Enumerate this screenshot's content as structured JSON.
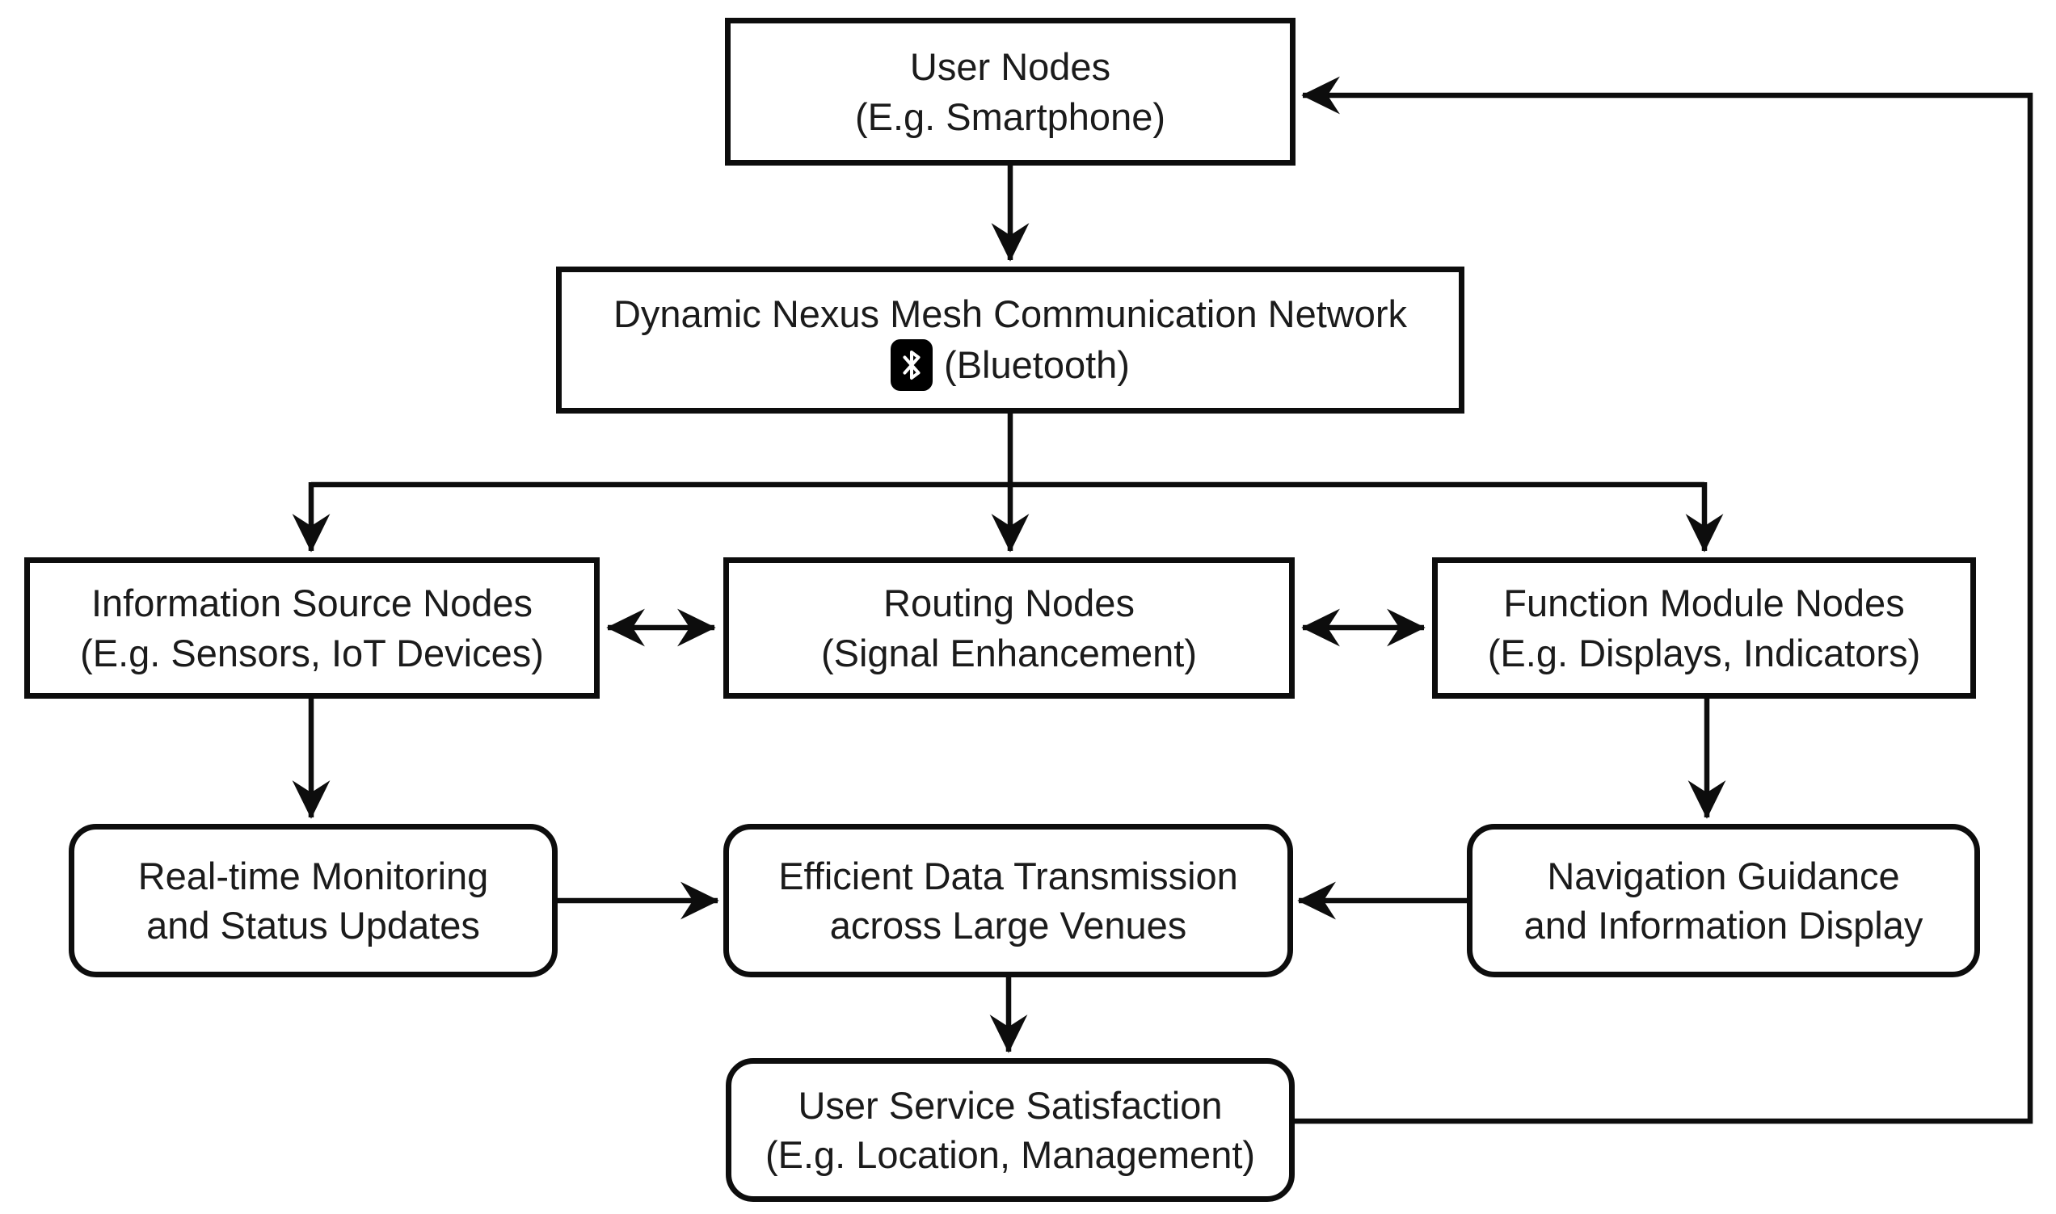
{
  "nodes": {
    "user_nodes": {
      "line1": "User Nodes",
      "line2": "(E.g. Smartphone)"
    },
    "network": {
      "line1": "Dynamic Nexus Mesh Communication Network",
      "line2": "(Bluetooth)",
      "icon": "bluetooth-icon"
    },
    "info_source": {
      "line1": "Information Source Nodes",
      "line2": "(E.g. Sensors, IoT Devices)"
    },
    "routing": {
      "line1": "Routing Nodes",
      "line2": "(Signal Enhancement)"
    },
    "function_module": {
      "line1": "Function Module Nodes",
      "line2": "(E.g. Displays, Indicators)"
    },
    "realtime": {
      "line1": "Real-time Monitoring",
      "line2": "and Status Updates"
    },
    "efficient": {
      "line1": "Efficient Data Transmission",
      "line2": "across Large Venues"
    },
    "navigation": {
      "line1": "Navigation Guidance",
      "line2": "and Information Display"
    },
    "user_service": {
      "line1": "User Service Satisfaction",
      "line2": "(E.g. Location, Management)"
    }
  },
  "edges": [
    {
      "from": "User Nodes",
      "to": "Dynamic Nexus Mesh Communication Network",
      "type": "arrow"
    },
    {
      "from": "Dynamic Nexus Mesh Communication Network",
      "to": "Information Source Nodes",
      "type": "arrow"
    },
    {
      "from": "Dynamic Nexus Mesh Communication Network",
      "to": "Routing Nodes",
      "type": "arrow"
    },
    {
      "from": "Dynamic Nexus Mesh Communication Network",
      "to": "Function Module Nodes",
      "type": "arrow"
    },
    {
      "from": "Information Source Nodes",
      "to": "Routing Nodes",
      "type": "double-arrow"
    },
    {
      "from": "Routing Nodes",
      "to": "Function Module Nodes",
      "type": "double-arrow"
    },
    {
      "from": "Information Source Nodes",
      "to": "Real-time Monitoring and Status Updates",
      "type": "arrow"
    },
    {
      "from": "Function Module Nodes",
      "to": "Navigation Guidance and Information Display",
      "type": "arrow"
    },
    {
      "from": "Real-time Monitoring and Status Updates",
      "to": "Efficient Data Transmission across Large Venues",
      "type": "arrow"
    },
    {
      "from": "Navigation Guidance and Information Display",
      "to": "Efficient Data Transmission across Large Venues",
      "type": "arrow"
    },
    {
      "from": "Efficient Data Transmission across Large Venues",
      "to": "User Service Satisfaction",
      "type": "arrow"
    },
    {
      "from": "User Service Satisfaction",
      "to": "User Nodes",
      "type": "feedback-arrow"
    }
  ],
  "colors": {
    "line": "#0d0d0d",
    "box_fill": "#ffffff",
    "background": "#ffffff",
    "bluetooth_icon_bg": "#000000",
    "bluetooth_icon_glyph": "#ffffff"
  }
}
